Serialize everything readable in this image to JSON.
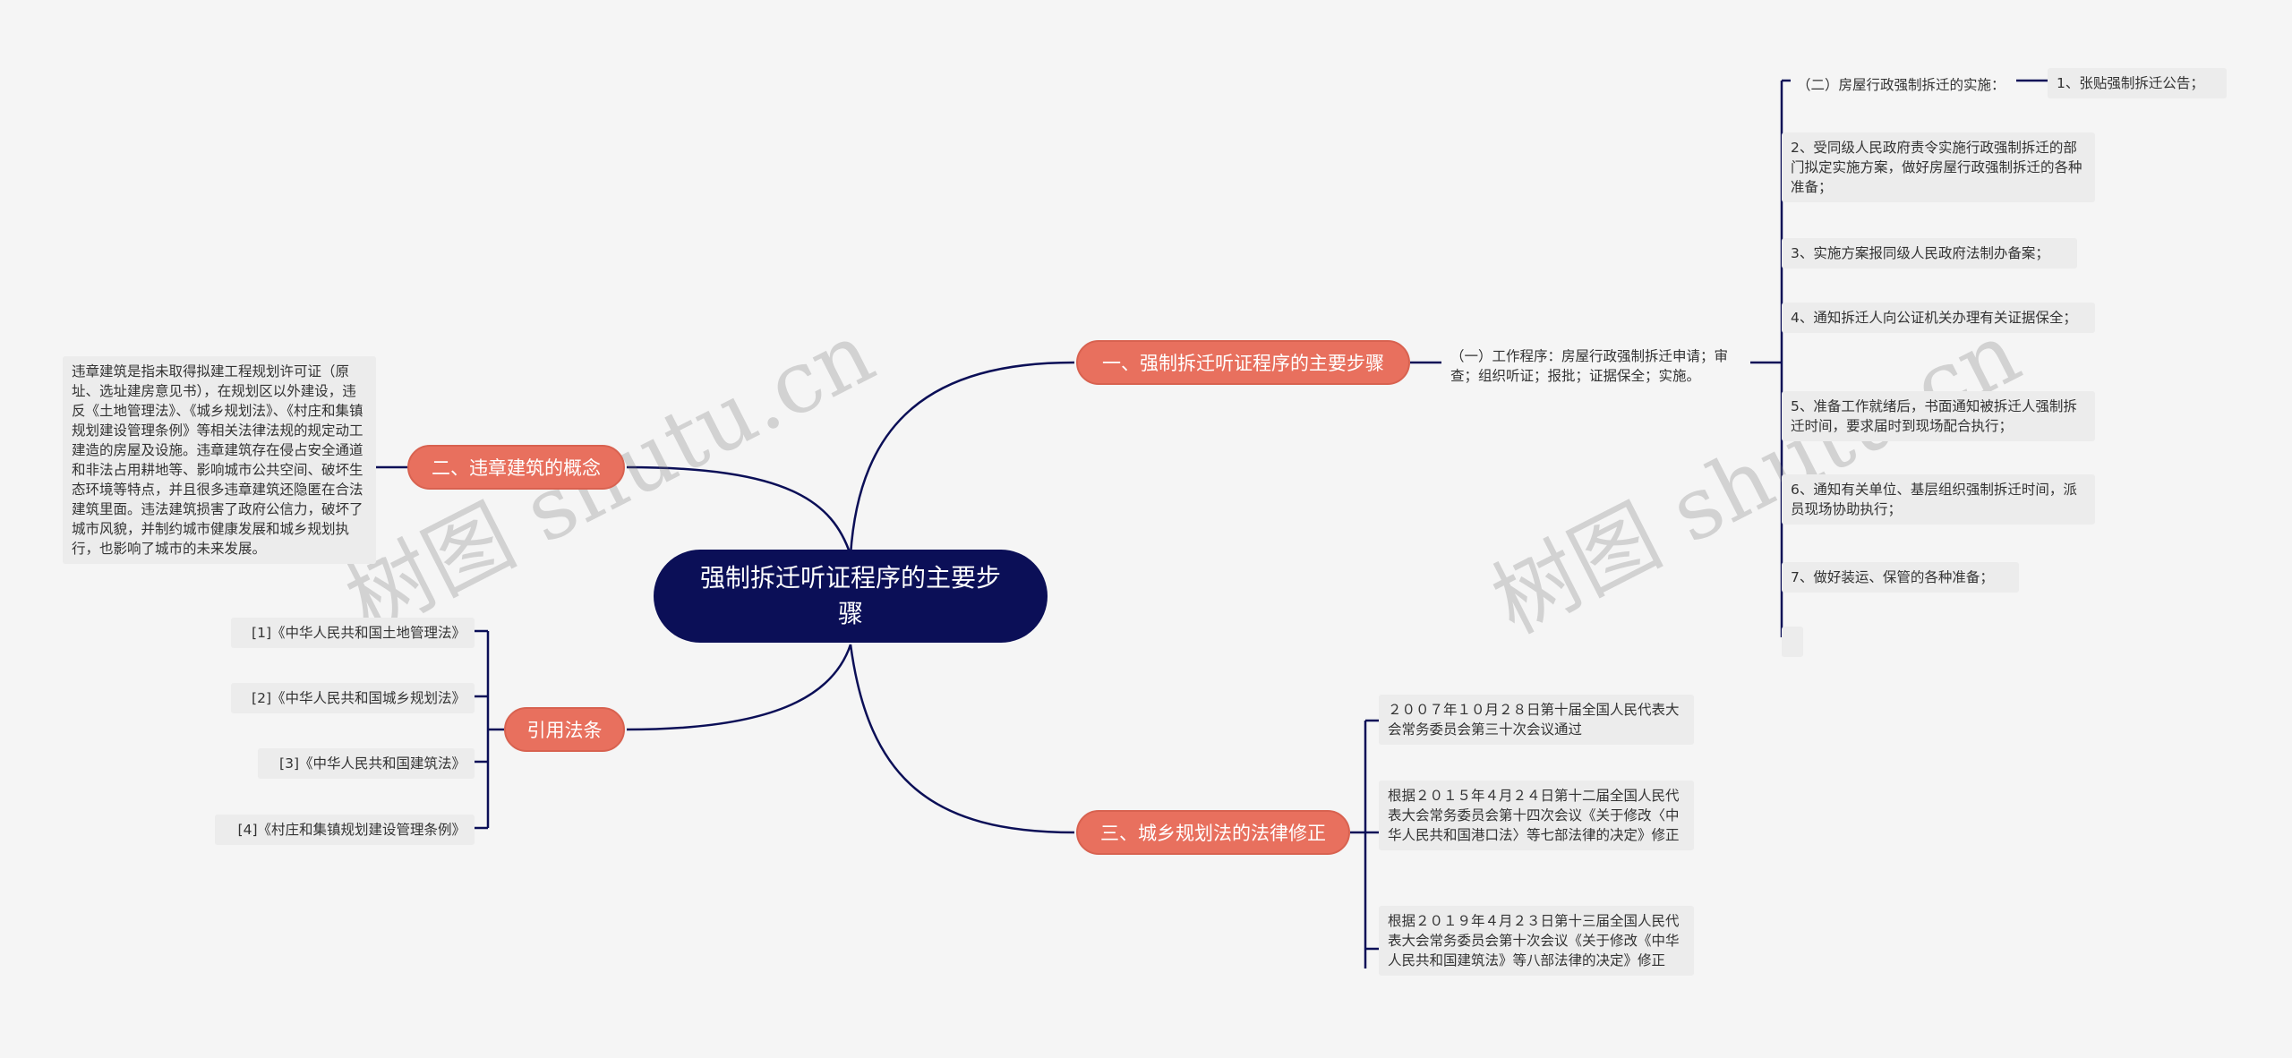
{
  "root": {
    "title": "强制拆迁听证程序的主要步骤"
  },
  "branches": {
    "b1": "一、强制拆迁听证程序的主要步骤",
    "b2": "二、违章建筑的概念",
    "b3": "引用法条",
    "b4": "三、城乡规划法的法律修正"
  },
  "b1": {
    "mid": "（一）工作程序：房屋行政强制拆迁申请；审查；组织听证；报批；证据保全；实施。",
    "sub": "（二）房屋行政强制拆迁的实施：",
    "sub_child": "1、张贴强制拆迁公告；",
    "steps": [
      "2、受同级人民政府责令实施行政强制拆迁的部门拟定实施方案，做好房屋行政强制拆迁的各种准备；",
      "3、实施方案报同级人民政府法制办备案；",
      "4、通知拆迁人向公证机关办理有关证据保全；",
      "5、准备工作就绪后，书面通知被拆迁人强制拆迁时间，要求届时到现场配合执行；",
      "6、通知有关单位、基层组织强制拆迁时间，派员现场协助执行；",
      "7、做好装运、保管的各种准备；",
      ""
    ]
  },
  "b2": {
    "text": "违章建筑是指未取得拟建工程规划许可证（原址、选址建房意见书），在规划区以外建设，违反《土地管理法》、《城乡规划法》、《村庄和集镇规划建设管理条例》等相关法律法规的规定动工建造的房屋及设施。违章建筑存在侵占安全通道和非法占用耕地等、影响城市公共空间、破坏生态环境等特点，并且很多违章建筑还隐匿在合法建筑里面。违法建筑损害了政府公信力，破坏了城市风貌，并制约城市健康发展和城乡规划执行，也影响了城市的未来发展。"
  },
  "b3": {
    "items": [
      "[1]《中华人民共和国土地管理法》",
      "[2]《中华人民共和国城乡规划法》",
      "[3]《中华人民共和国建筑法》",
      "[4]《村庄和集镇规划建设管理条例》"
    ]
  },
  "b4": {
    "items": [
      "２００７年１０月２８日第十届全国人民代表大会常务委员会第三十次会议通过",
      "根据２０１５年４月２４日第十二届全国人民代表大会常务委员会第十四次会议《关于修改〈中华人民共和国港口法〉等七部法律的决定》修正",
      "根据２０１９年４月２３日第十三届全国人民代表大会常务委员会第十次会议《关于修改《中华人民共和国建筑法》等八部法律的决定》修正"
    ]
  },
  "watermarks": [
    "树图 shutu.cn",
    "树图 shutu.cn"
  ],
  "colors": {
    "root": "#0b0f57",
    "branch": "#e8705e",
    "line": "#0b0f57",
    "leaf_bg": "#ececec"
  }
}
